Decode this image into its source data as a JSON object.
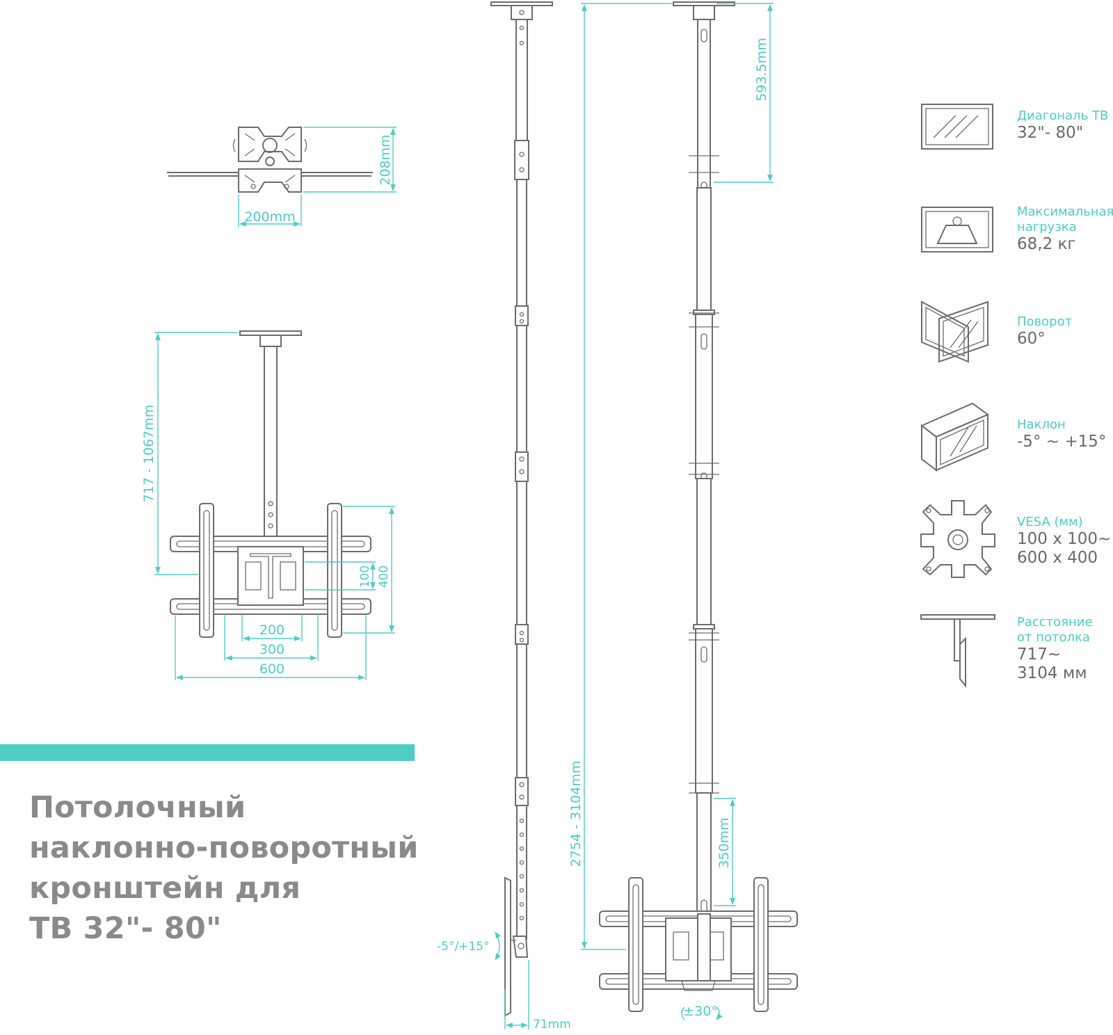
{
  "title_lines": [
    "Потолочный",
    "наклонно-поворотный",
    "кронштейн для",
    "ТВ 32\"- 80\""
  ],
  "dimensions": {
    "top_view_width": "200mm",
    "top_view_height": "208mm",
    "pole_range": "717 - 1067mm",
    "vesa_h_200": "200",
    "vesa_h_300": "300",
    "vesa_h_600": "600",
    "vesa_v_100": "100",
    "vesa_v_400": "400",
    "total_range": "2754 - 3104mm",
    "top_section": "593.5mm",
    "lower_section": "350mm",
    "side_depth": "71mm",
    "tilt_range": "-5°/+15°",
    "swivel_range": "±30°"
  },
  "specs": [
    {
      "icon": "tv-screen-icon",
      "label_lines": [
        "Диагональ ТВ"
      ],
      "value_lines": [
        "32\"- 80\""
      ]
    },
    {
      "icon": "weight-icon",
      "label_lines": [
        "Максимальная",
        "нагрузка"
      ],
      "value_lines": [
        "68,2 кг"
      ]
    },
    {
      "icon": "swivel-icon",
      "label_lines": [
        "Поворот"
      ],
      "value_lines": [
        "60°"
      ]
    },
    {
      "icon": "tilt-icon",
      "label_lines": [
        "Наклон"
      ],
      "value_lines": [
        "-5° ~ +15°"
      ]
    },
    {
      "icon": "vesa-icon",
      "label_lines": [
        "VESA (мм)"
      ],
      "value_lines": [
        "100 x 100~",
        "600 x 400"
      ]
    },
    {
      "icon": "ceiling-distance-icon",
      "label_lines": [
        "Расстояние",
        "от потолка"
      ],
      "value_lines": [
        "717~",
        "3104 мм"
      ]
    }
  ],
  "colors": {
    "accent": "#4fcdc2",
    "line": "#6c6c6c",
    "title": "#8a8a8a"
  }
}
